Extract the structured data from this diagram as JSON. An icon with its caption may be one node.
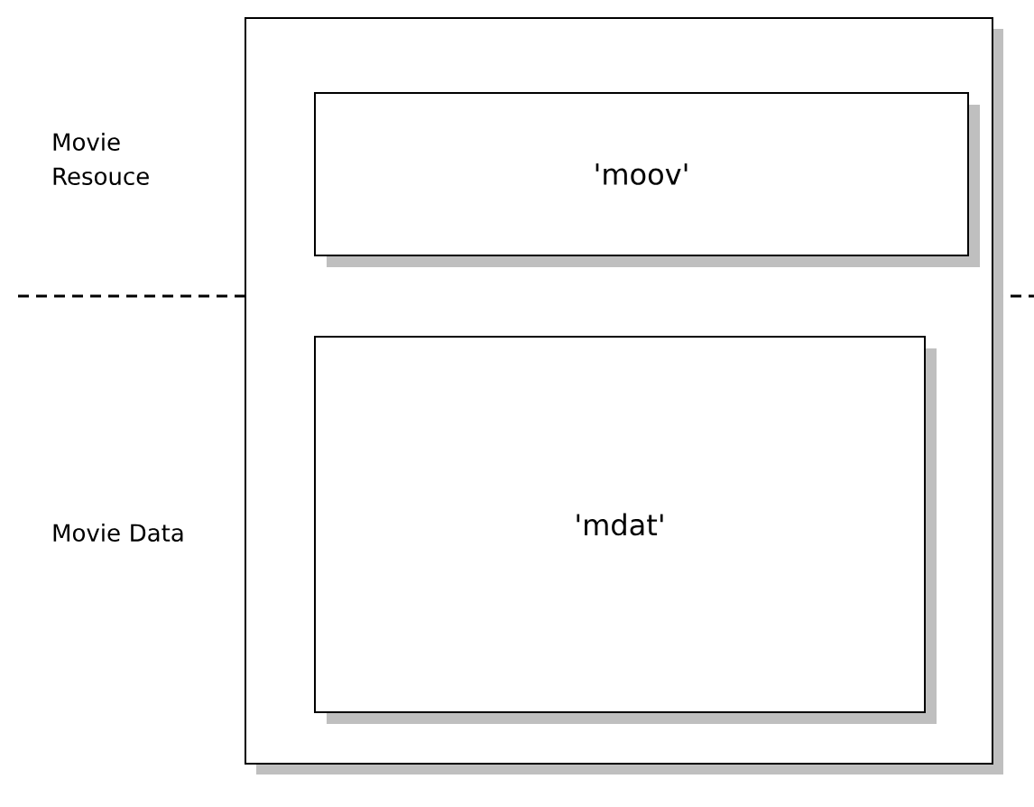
{
  "diagram": {
    "nodes": [
      {
        "text": [],
        "shape": "box"
      },
      {
        "text": [
          "'moov'"
        ],
        "in": 0
      },
      {
        "text": [
          "'mdat'"
        ],
        "in": 0
      }
    ],
    "labels": [
      "Movie Resouce",
      "Movie Data"
    ]
  }
}
